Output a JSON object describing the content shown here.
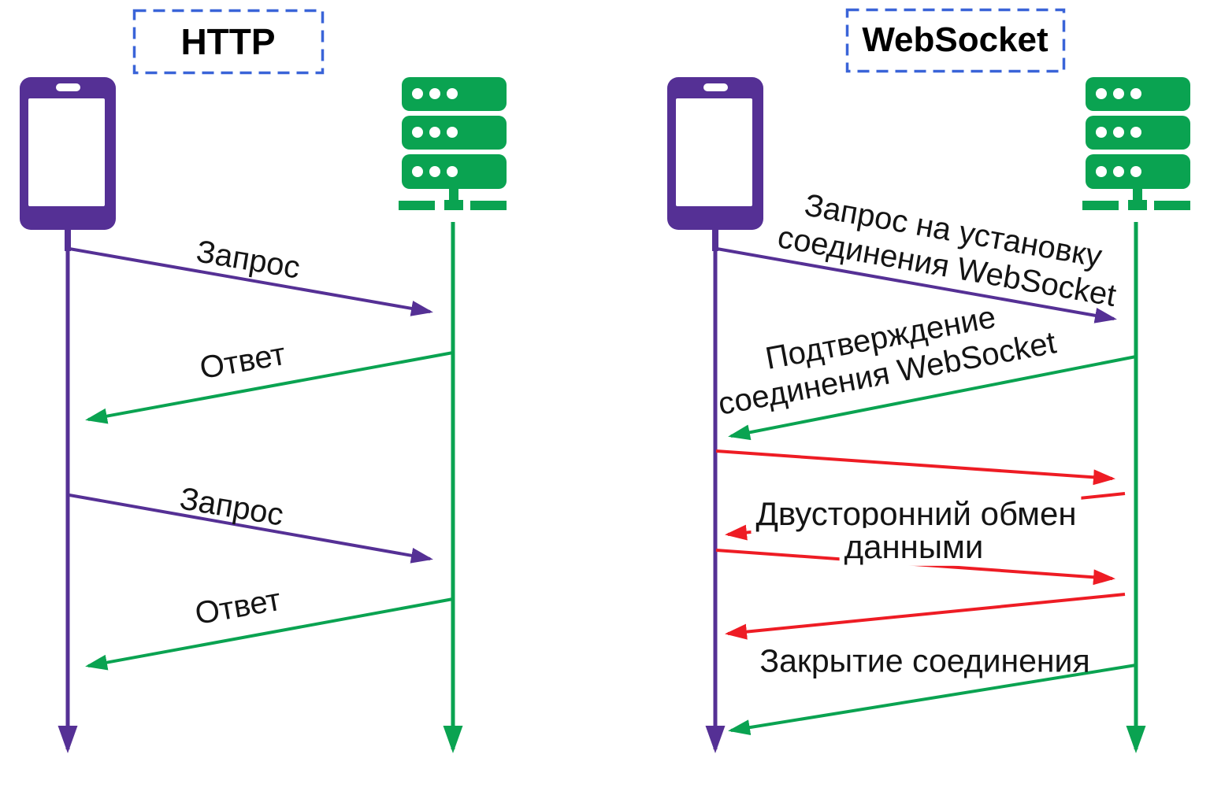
{
  "colors": {
    "client_purple": "#553095",
    "server_green": "#0aa351",
    "exchange_red": "#ee1c24",
    "title_border_blue": "#3a64d8",
    "label_text": "#141414"
  },
  "http": {
    "title": "HTTP",
    "client_icon": "smartphone",
    "server_icon": "server",
    "messages": [
      {
        "label": "Запрос",
        "from": "client",
        "to": "server",
        "color": "#553095"
      },
      {
        "label": "Ответ",
        "from": "server",
        "to": "client",
        "color": "#0aa351"
      },
      {
        "label": "Запрос",
        "from": "client",
        "to": "server",
        "color": "#553095"
      },
      {
        "label": "Ответ",
        "from": "server",
        "to": "client",
        "color": "#0aa351"
      }
    ]
  },
  "websocket": {
    "title": "WebSocket",
    "client_icon": "smartphone",
    "server_icon": "server",
    "open_request": {
      "line1": "Запрос на установку",
      "line2": "соединения WebSocket",
      "from": "client",
      "to": "server",
      "color": "#553095"
    },
    "open_confirm": {
      "line1": "Подтверждение",
      "line2": "соединения WebSocket",
      "from": "server",
      "to": "client",
      "color": "#0aa351"
    },
    "data_exchange": {
      "line1": "Двусторонний обмен",
      "line2": "данными",
      "direction": "bidirectional",
      "color": "#ee1c24",
      "arrow_count": 4
    },
    "close": {
      "label": "Закрытие соединения",
      "from": "server",
      "to": "client",
      "color": "#0aa351"
    }
  }
}
